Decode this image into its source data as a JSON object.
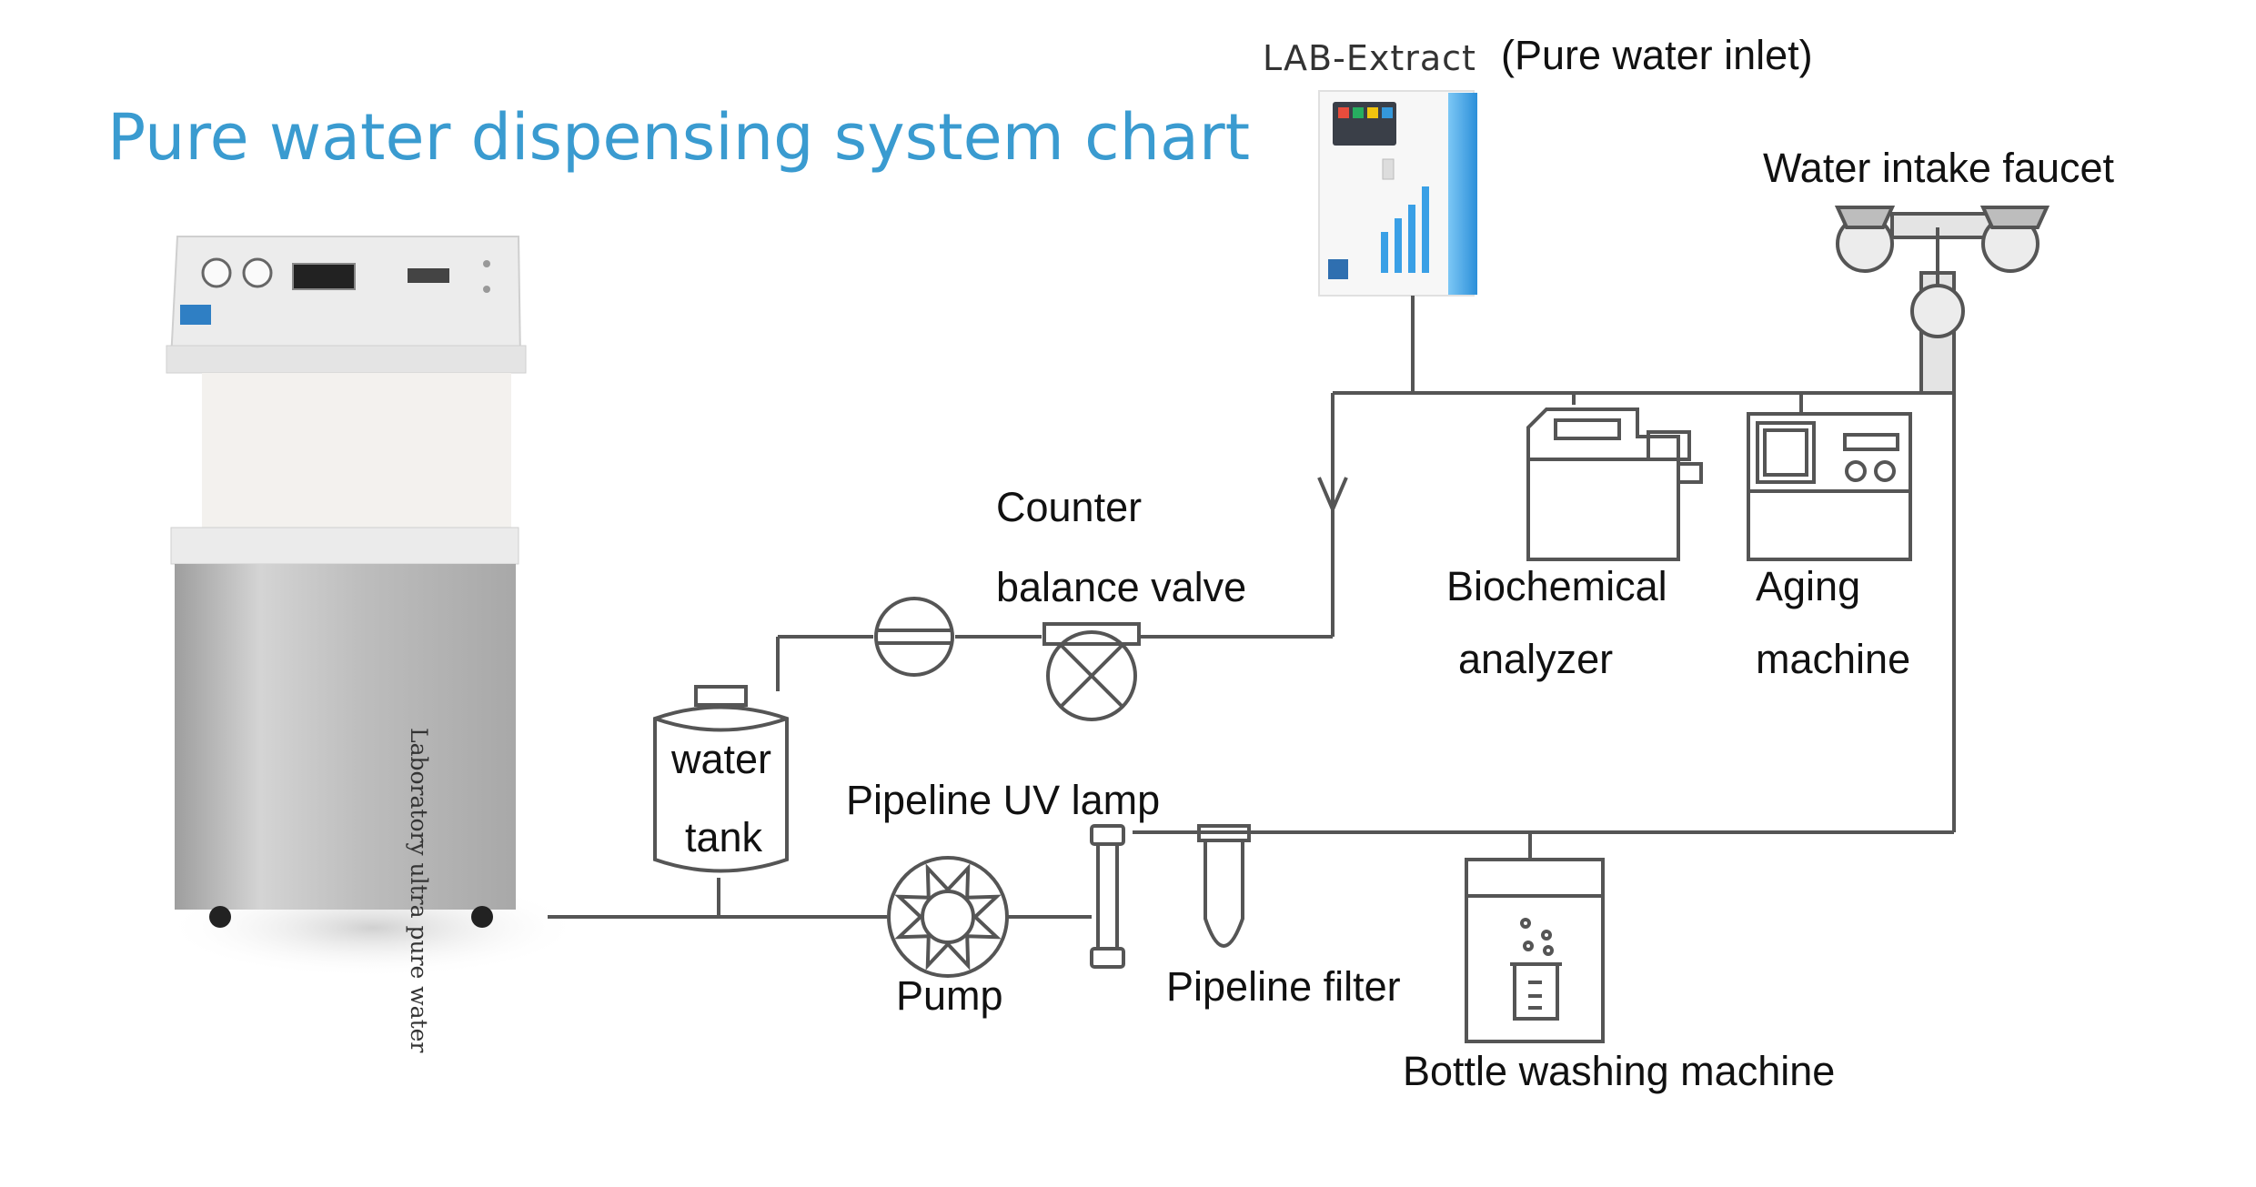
{
  "title": "Pure water dispensing system chart",
  "device_side_text": "Laboratory ultra pure water",
  "brand": "LAB-Extract",
  "labels": {
    "pure_water_inlet": "(Pure water inlet)",
    "water_intake_faucet": "Water intake faucet",
    "counter_line1": "Counter",
    "counter_line2": "balance valve",
    "biochemical_line1": "Biochemical",
    "biochemical_line2": "analyzer",
    "aging_line1": "Aging",
    "aging_line2": "machine",
    "water_line1": "water",
    "tank_line2": "tank",
    "pipeline_uv_lamp": "Pipeline UV lamp",
    "pump": "Pump",
    "pipeline_filter": "Pipeline filter",
    "bottle_washing_machine": "Bottle washing machine"
  },
  "colors": {
    "title": "#3a9bd0",
    "line": "#555555",
    "accent_blue": "#3aa0e6",
    "steel": "#b8b8b8"
  }
}
